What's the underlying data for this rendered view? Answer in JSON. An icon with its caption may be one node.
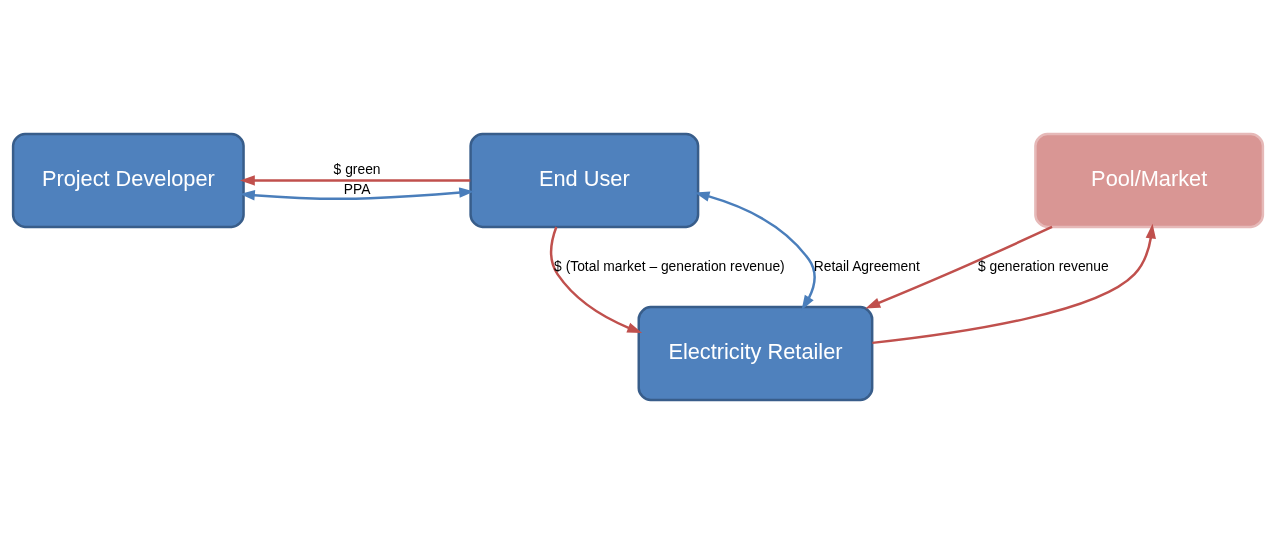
{
  "diagram": {
    "nodes": [
      {
        "text": [
          "Project Developer"
        ]
      },
      {
        "text": [
          "End User"
        ]
      },
      {
        "text": [
          "Pool/Market"
        ]
      },
      {
        "text": [
          "Electricity Retailer"
        ]
      }
    ],
    "edges": [
      {
        "from": 0,
        "to": 1,
        "arrow": "both",
        "label": "PPA",
        "color": "#4a7ebb"
      },
      {
        "from": 1,
        "to": 0,
        "arrow": "to",
        "label": "$ green"
      },
      {
        "from": 2,
        "to": 3,
        "arrow": "to",
        "label": "$ generation revenue"
      },
      {
        "from": 3,
        "to": 2,
        "arrow": "to"
      },
      {
        "from": 3,
        "to": 1,
        "arrow": "both",
        "label": "Retail Agreement",
        "color": "#4a7ebb"
      },
      {
        "from": 1,
        "to": 3,
        "arrow": "to",
        "label": "$ (Total market – generation revenue)"
      }
    ]
  }
}
